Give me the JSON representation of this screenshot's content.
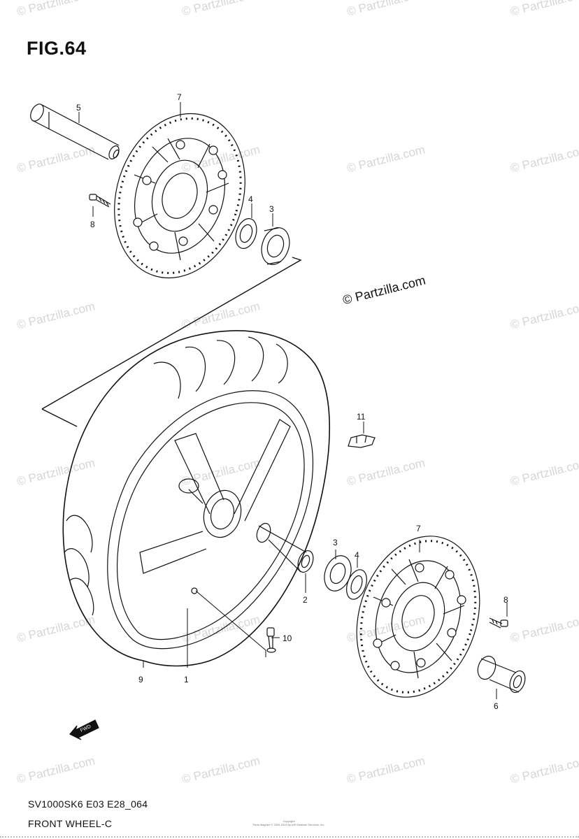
{
  "figure": {
    "title": "FIG.64",
    "model_code": "SV1000SK6 E03 E28_064",
    "caption": "FRONT WHEEL-C"
  },
  "watermark": {
    "center_text": "© Partzilla.com",
    "tile_text": "© Partzilla.com"
  },
  "copyright": {
    "line1": "Copyright",
    "line2": "Parts diagram © 2004-2019 by ARI Network Services, Inc."
  },
  "callouts": {
    "c1": "1",
    "c2": "2",
    "c3_top": "3",
    "c3_bottom": "3",
    "c4_top": "4",
    "c4_bottom": "4",
    "c5": "5",
    "c6": "6",
    "c7_top": "7",
    "c7_bottom": "7",
    "c8_top": "8",
    "c8_bottom": "8",
    "c9": "9",
    "c10": "10",
    "c11": "11"
  },
  "fwd_label": "FWD"
}
